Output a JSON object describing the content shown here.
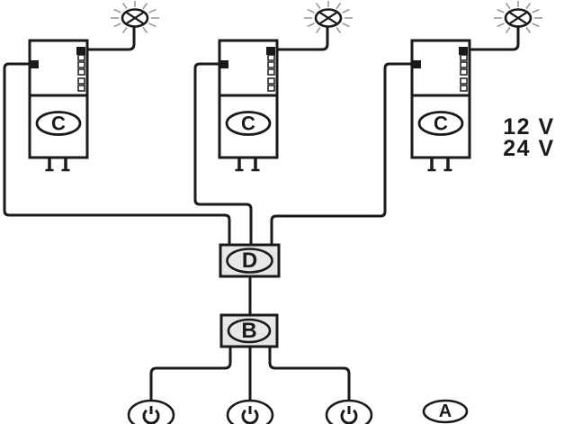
{
  "figure": {
    "type": "wiring-diagram",
    "components": {
      "led_drivers": [
        {
          "label": "C"
        },
        {
          "label": "C"
        },
        {
          "label": "C"
        }
      ],
      "distributor": {
        "label": "D"
      },
      "switch_unit": {
        "label": "B"
      },
      "accessory": {
        "label": "A"
      },
      "lamp_count": 3,
      "switch_count": 3
    },
    "annotations": {
      "voltage_line1": "12 V",
      "voltage_line2": "24 V"
    },
    "colors": {
      "line": "#1a1a1a",
      "box_fill": "#e7e7e7",
      "ray": "#9a9a9a",
      "background": "#ffffff"
    }
  }
}
